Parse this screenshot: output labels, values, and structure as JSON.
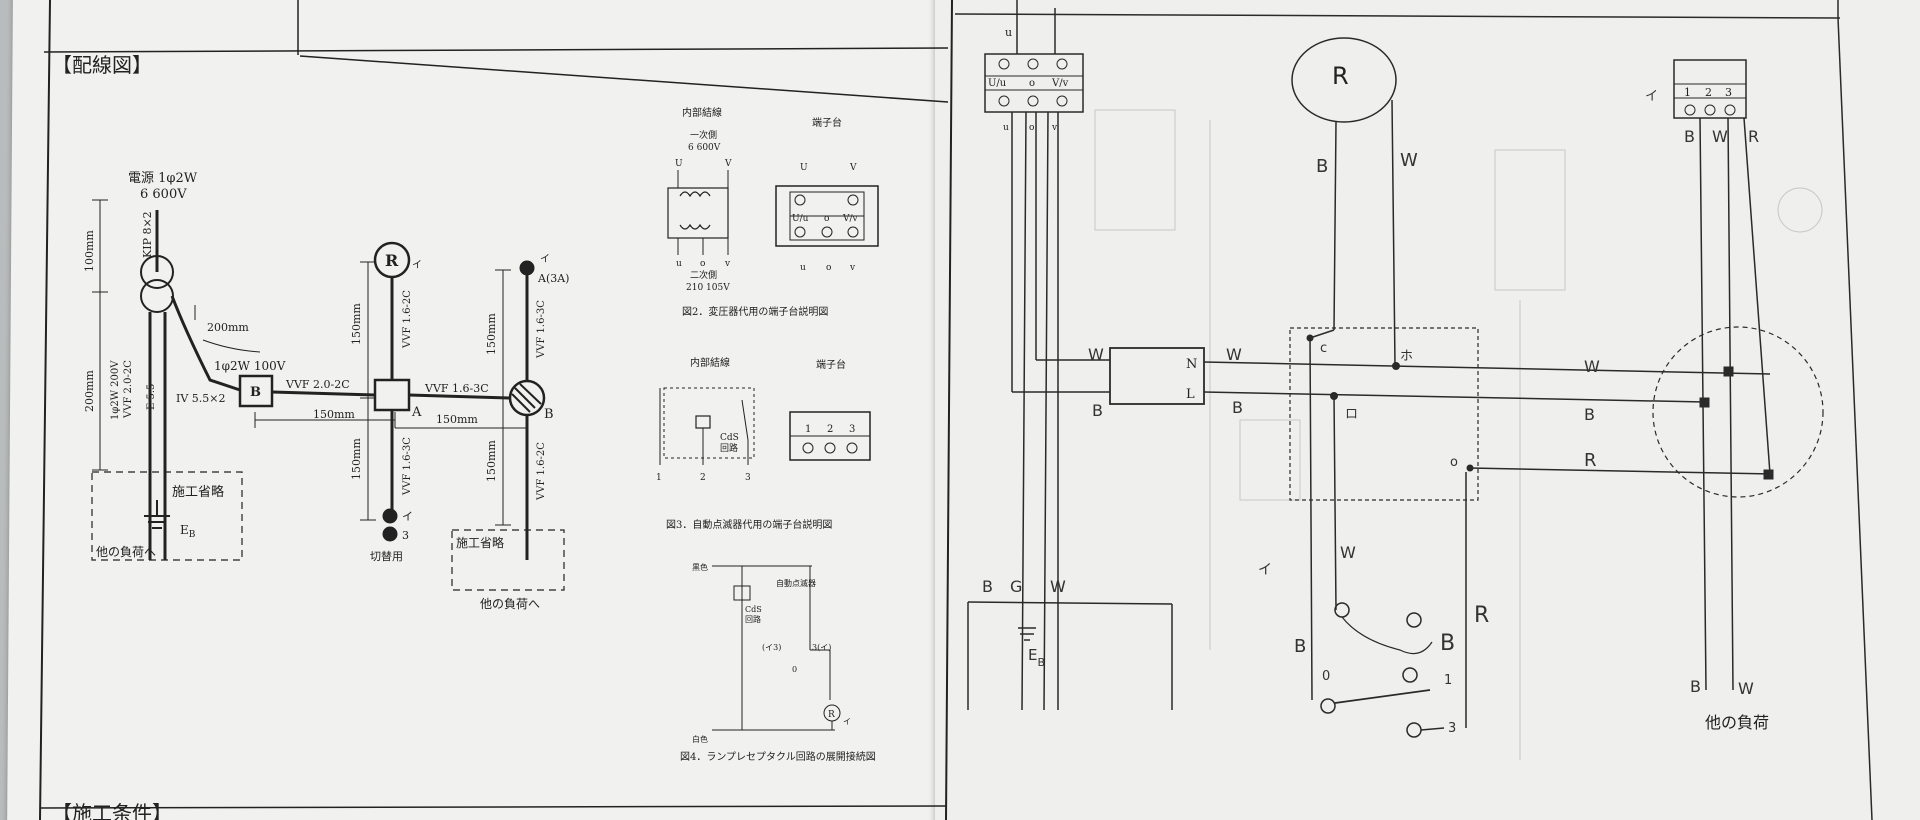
{
  "left_sheet": {
    "section_title": "【配線図】",
    "bottom_title": "【施工条件】",
    "source": {
      "label": "電源 1φ2W",
      "voltage": "6 600V",
      "cable": "KIP 8×2"
    },
    "dims": {
      "d100": "100mm",
      "d200a": "200mm",
      "d200b": "200mm",
      "d150a": "150mm",
      "d150b": "150mm",
      "d150c": "150mm",
      "d150d": "150mm",
      "d150e": "150mm",
      "d150f": "150mm"
    },
    "labels": {
      "sec_circuit": "1φ2W 200V",
      "vvf20": "VVF 2.0-2C",
      "e55": "E 5.5",
      "circuit100": "1φ2W 100V",
      "iv55": "IV 5.5×2",
      "vvf2c_top": "VVF 2.0-2C",
      "vvf16_2c": "VVF 1.6-2C",
      "vvf16_3c_h": "VVF 1.6-3C",
      "vvf16_3c_a": "VVF 1.6-3C",
      "vvf16_3c_b": "VVF 1.6-3C",
      "vvf16_2c_b": "VVF 1.6-2C",
      "omit1": "施工省略",
      "omit2": "施工省略",
      "eb": "E",
      "eb_sub": "B",
      "other1": "他の負荷へ",
      "other2": "他の負荷へ",
      "box_b": "B",
      "lbl_a": "A",
      "lbl_b": "B",
      "r_sym": "R",
      "i_mark1": "イ",
      "i_mark2": "イ",
      "i_mark3": "イ",
      "a3a": "A(3A)",
      "sw3": "3",
      "kirikae": "切替用"
    },
    "fig2": {
      "inner": "内部結線",
      "terminal": "端子台",
      "primary": "一次側",
      "primary_v": "6 600V",
      "secondary": "二次側",
      "secondary_v": "210 105V",
      "u": "U",
      "v": "V",
      "lu": "u",
      "lo": "o",
      "lv": "v",
      "t1": "U/u",
      "t2": "o",
      "t3": "V/v",
      "caption": "図2．変圧器代用の端子台説明図"
    },
    "fig3": {
      "inner": "内部結線",
      "terminal": "端子台",
      "cds": "CdS",
      "circuit": "回路",
      "n1": "1",
      "n2": "2",
      "n3": "3",
      "caption": "図3．自動点滅器代用の端子台説明図"
    },
    "fig4": {
      "black": "黒色",
      "white": "白色",
      "auto": "自動点滅器",
      "cds": "CdS",
      "circuit": "回路",
      "r": "R",
      "i": "イ",
      "sw_a": "(イ3)",
      "sw_b": "3(イ)",
      "zero": "0",
      "caption": "図4．ランプレセプタクル回路の展開接続図"
    }
  },
  "right_sheet": {
    "top_terminal": {
      "t1": "U/u",
      "t2": "o",
      "t3": "V/v",
      "u": "u",
      "o": "o",
      "v": "v",
      "top_u": "u"
    },
    "right_terminal": {
      "n1": "1",
      "n2": "2",
      "n3": "3",
      "i": "イ"
    },
    "r_lamp": "R",
    "auto_switch": {
      "n": "N",
      "l": "L"
    },
    "junction": {
      "c": "c",
      "ho": "ホ",
      "ro": "ロ",
      "o": "o"
    },
    "handwritten": {
      "b1": "B",
      "w1": "W",
      "w2": "W",
      "w3": "W",
      "w4": "W",
      "b2": "B",
      "b3": "B",
      "b4": "B",
      "r1": "R",
      "w5": "W",
      "i1": "イ",
      "b5": "B",
      "b6": "B",
      "r2": "R",
      "bw_b": "B",
      "bw_g": "G",
      "bw_w": "W",
      "e": "E",
      "e_sub": "B",
      "top_b": "B",
      "top_w": "W",
      "top_r": "R",
      "bot_b": "B",
      "bot_w": "W"
    },
    "switch": {
      "zero": "0",
      "one": "1",
      "three": "3"
    },
    "other_load": "他の負荷"
  }
}
